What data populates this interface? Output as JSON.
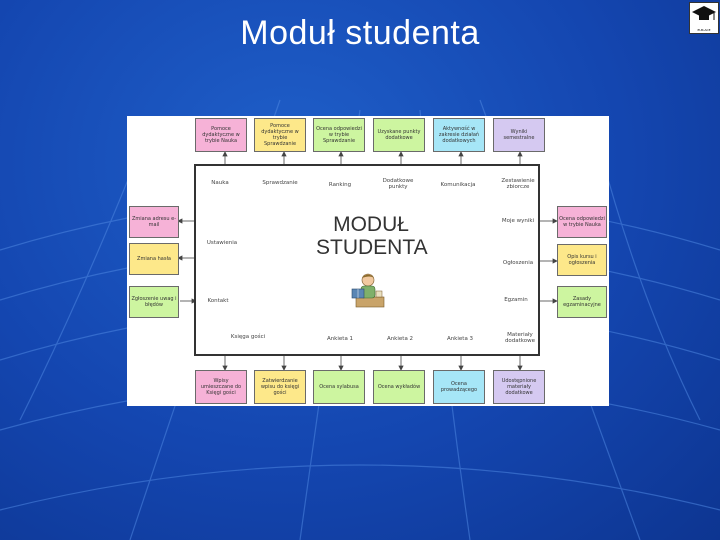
{
  "slide": {
    "title": "Moduł studenta",
    "logo_text": "EUR-ACE"
  },
  "diagram": {
    "center_title_line1": "MODUŁ",
    "center_title_line2": "STUDENTA",
    "top_boxes": [
      {
        "text": "Pomoce dydaktyczne w trybie Nauka",
        "color": "#f6b2d7"
      },
      {
        "text": "Pomoce dydaktyczne w trybie Sprawdzanie",
        "color": "#fde88a"
      },
      {
        "text": "Ocena odpowiedzi w trybie Sprawdzanie",
        "color": "#cdf5a0"
      },
      {
        "text": "Uzyskane punkty dodatkowe",
        "color": "#cdf5a0"
      },
      {
        "text": "Aktywność w zakresie działań dodatkowych",
        "color": "#a6e6f7"
      },
      {
        "text": "Wyniki semestralne",
        "color": "#d5c9f1"
      }
    ],
    "bottom_boxes": [
      {
        "text": "Wpisy umieszczane do Księgi gości",
        "color": "#f6b2d7"
      },
      {
        "text": "Zatwierdzanie wpisu do księgi gości",
        "color": "#fde88a"
      },
      {
        "text": "Ocena sylabusa",
        "color": "#cdf5a0"
      },
      {
        "text": "Ocena wykładów",
        "color": "#cdf5a0"
      },
      {
        "text": "Ocena prowadzącego",
        "color": "#a6e6f7"
      },
      {
        "text": "Udostępnione materiały dodatkowe",
        "color": "#d5c9f1"
      }
    ],
    "left_boxes": [
      {
        "text": "Zmiana adresu e-mail",
        "color": "#f6b2d7"
      },
      {
        "text": "Zmiana hasła",
        "color": "#fde88a"
      },
      {
        "text": "Zgłoszenie uwag i błędów",
        "color": "#cdf5a0"
      }
    ],
    "right_boxes": [
      {
        "text": "Ocena odpowiedzi w trybie Nauka",
        "color": "#f6b2d7"
      },
      {
        "text": "Opis kursu i ogłoszenia",
        "color": "#fde88a"
      },
      {
        "text": "Zasady egzaminacyjne",
        "color": "#cdf5a0"
      }
    ],
    "inner_top_labels": [
      "Nauka",
      "Sprawdzanie",
      "Ranking",
      "Dodatkowe punkty",
      "Komunikacja",
      "Zestawienie zbiorcze"
    ],
    "inner_left_labels": [
      "Ustawienia",
      "Kontakt"
    ],
    "inner_right_labels": [
      "Moje wyniki",
      "Ogłoszenia",
      "Egzamin"
    ],
    "inner_bottom_labels": [
      "Księga gości",
      "Ankieta 1",
      "Ankieta 2",
      "Ankieta 3",
      "Materiały dodatkowe"
    ]
  }
}
